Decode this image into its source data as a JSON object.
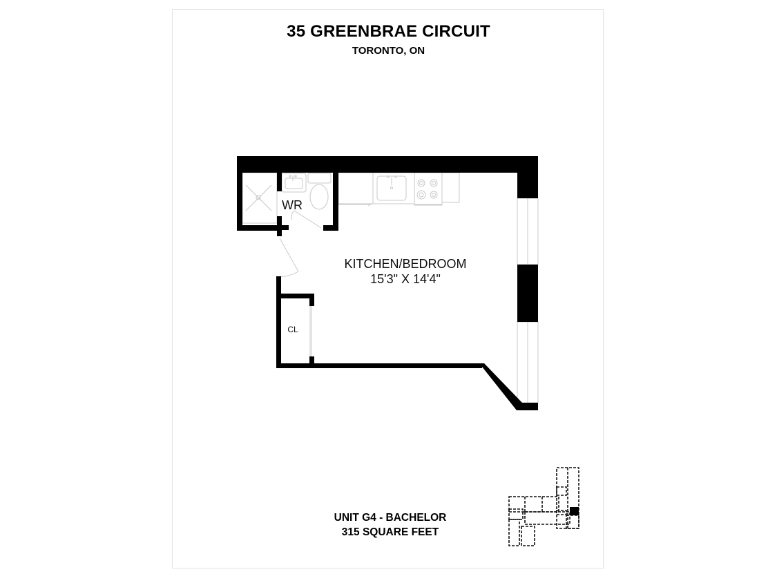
{
  "header": {
    "title": "35 GREENBRAE CIRCUIT",
    "subtitle": "TORONTO, ON"
  },
  "floorplan": {
    "rooms": [
      {
        "name": "KITCHEN/BEDROOM",
        "dimensions": "15'3\" X 14'4\""
      },
      {
        "name": "WR"
      },
      {
        "name": "CL"
      }
    ],
    "fixtures": [
      "shower",
      "bathroom-sink",
      "toilet",
      "dishwasher",
      "kitchen-sink",
      "stove",
      "counter"
    ],
    "wall_color": "#000000",
    "fixture_line_color": "#cccccc"
  },
  "footer": {
    "unit": "UNIT G4 - BACHELOR",
    "area": "315 SQUARE FEET"
  },
  "key_plan": {
    "label": "building key plan",
    "highlight_color": "#000000"
  }
}
